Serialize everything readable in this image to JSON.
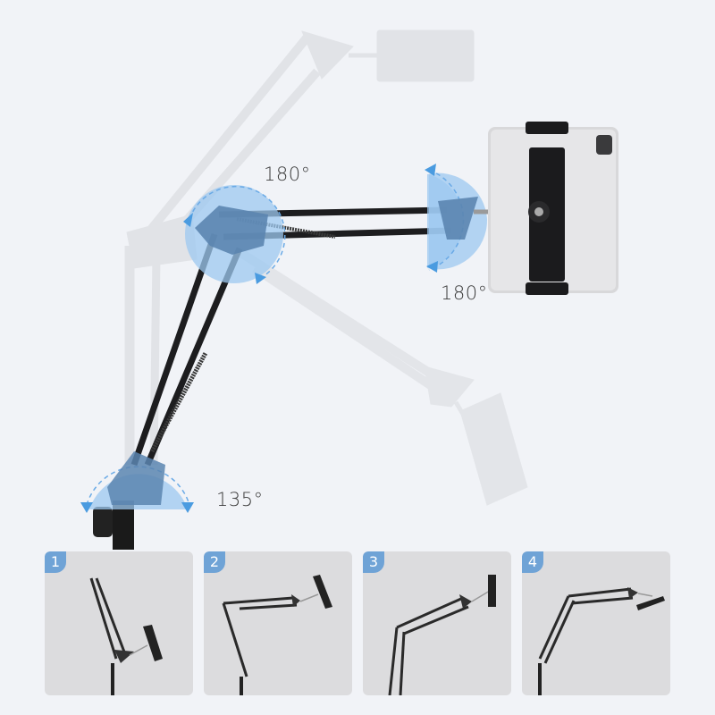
{
  "product": {
    "type": "adjustable-tablet-floor-stand",
    "background_color": "#f1f3f7",
    "accent_color": "#6fa3d6",
    "rotation_highlight_color": "#9cc8f0",
    "arm_color": "#1c1c1e"
  },
  "angles": {
    "upper_joint": "180°",
    "tablet_clamp": "180°",
    "base_joint": "135°"
  },
  "positions": {
    "panel_background": "#dcdcde",
    "items": [
      {
        "number": "1",
        "description": "Arm raised vertical, tablet near base"
      },
      {
        "number": "2",
        "description": "Arm extended horizontal, tablet upright"
      },
      {
        "number": "3",
        "description": "Arm angled upward, tablet upright"
      },
      {
        "number": "4",
        "description": "Arm extended, tablet lying flat"
      }
    ]
  }
}
